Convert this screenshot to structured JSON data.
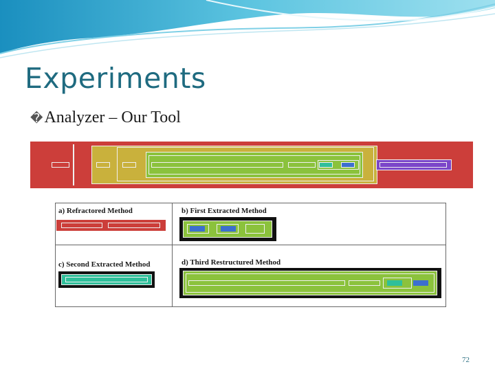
{
  "slide": {
    "title": "Experiments",
    "bullet_glyph": "�",
    "bullet_text": "Analyzer – Our Tool",
    "page_number": "72"
  },
  "panels": {
    "a_label": "a) Refractored Method",
    "b_label": "b) First Extracted Method",
    "c_label": "c) Second Extracted Method",
    "d_label": "d) Third Restructured Method"
  },
  "colors": {
    "red": "#cc3e3a",
    "olive": "#c9b13c",
    "green": "#8bc23c",
    "black": "#111111",
    "blue": "#3c6fcf",
    "teal": "#2fbf9a",
    "purple": "#7b46c9",
    "title": "#1f6b80"
  }
}
